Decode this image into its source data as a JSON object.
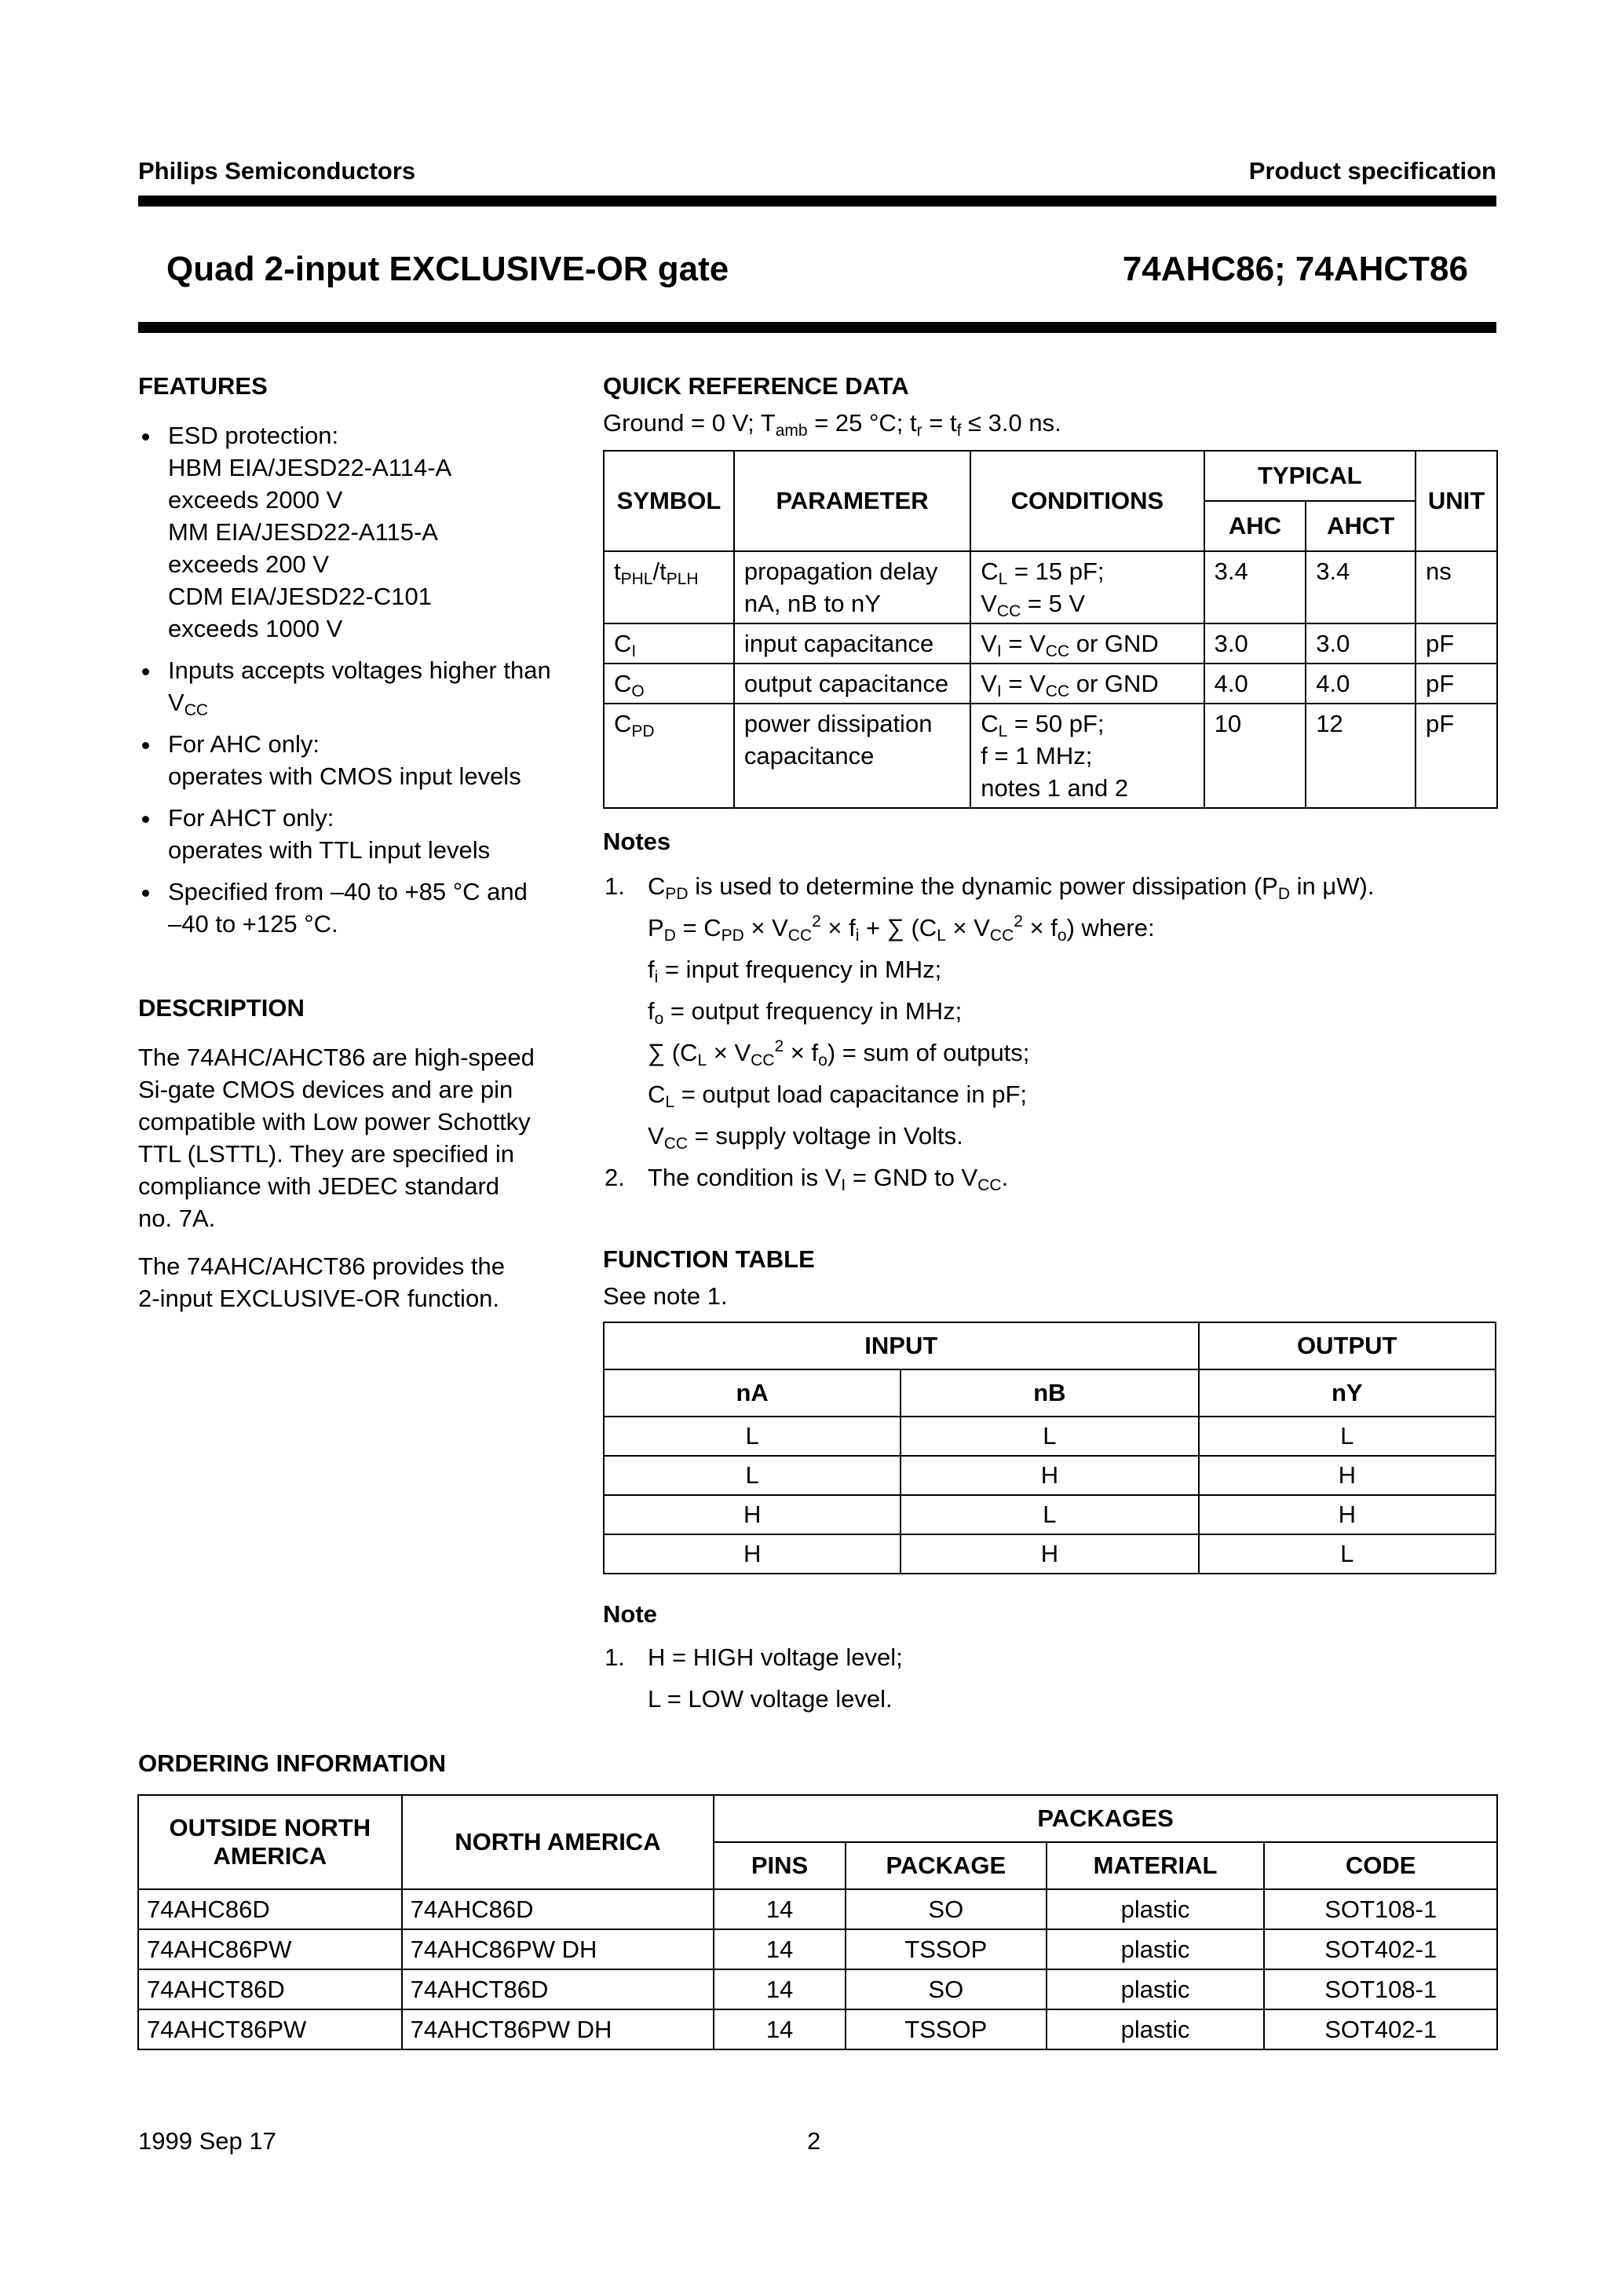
{
  "header": {
    "company": "Philips Semiconductors",
    "doc_type": "Product specification",
    "title": "Quad 2-input EXCLUSIVE-OR gate",
    "part_numbers": "74AHC86; 74AHCT86"
  },
  "features": {
    "heading": "FEATURES",
    "esd_lines": [
      "ESD protection:",
      "HBM EIA/JESD22-A114-A",
      "exceeds 2000 V",
      "MM EIA/JESD22-A115-A",
      "exceeds 200 V",
      "CDM EIA/JESD22-C101",
      "exceeds 1000 V"
    ],
    "inputs_pre": "Inputs accepts voltages higher than",
    "inputs_v": "V",
    "inputs_sub": "CC",
    "ahc_lines": [
      "For AHC only:",
      "operates with CMOS input levels"
    ],
    "ahct_lines": [
      "For AHCT only:",
      "operates with TTL input levels"
    ],
    "temp_lines": [
      "Specified from –40 to +85 °C and",
      "–40 to +125 °C."
    ]
  },
  "description": {
    "heading": "DESCRIPTION",
    "para1_lines": [
      "The 74AHC/AHCT86 are high-speed",
      "Si-gate CMOS devices and are pin",
      "compatible with Low power Schottky",
      "TTL (LSTTL). They are specified in",
      "compliance with JEDEC standard",
      "no. 7A."
    ],
    "para2_lines": [
      "The 74AHC/AHCT86 provides the",
      "2-input EXCLUSIVE-OR function."
    ]
  },
  "quick_ref": {
    "heading": "QUICK REFERENCE DATA",
    "cond": {
      "a": "Ground = 0 V; T",
      "a_sub": "amb",
      "b": " = 25 °C; t",
      "b_sub": "r",
      "c": " = t",
      "c_sub": "f",
      "d": " ≤ 3.0 ns."
    },
    "headers": {
      "symbol": "SYMBOL",
      "parameter": "PARAMETER",
      "conditions": "CONDITIONS",
      "typical": "TYPICAL",
      "ahc": "AHC",
      "ahct": "AHCT",
      "unit": "UNIT"
    },
    "rows": [
      {
        "sym_a": "t",
        "sym_a_sub": "PHL",
        "sym_b": "/t",
        "sym_b_sub": "PLH",
        "param1": "propagation delay",
        "param2": "nA, nB to nY",
        "cond1a": "C",
        "cond1sub": "L",
        "cond1b": " = 15 pF;",
        "cond2a": "V",
        "cond2sub": "CC",
        "cond2b": " = 5 V",
        "ahc": "3.4",
        "ahct": "3.4",
        "unit": "ns"
      },
      {
        "sym": "C",
        "sym_sub": "I",
        "param": "input capacitance",
        "c1": "V",
        "c1sub": "I",
        "c2": " = V",
        "c2sub": "CC",
        "c3": " or GND",
        "ahc": "3.0",
        "ahct": "3.0",
        "unit": "pF"
      },
      {
        "sym": "C",
        "sym_sub": "O",
        "param": "output capacitance",
        "c1": "V",
        "c1sub": "I",
        "c2": " = V",
        "c2sub": "CC",
        "c3": " or GND",
        "ahc": "4.0",
        "ahct": "4.0",
        "unit": "pF"
      },
      {
        "sym": "C",
        "sym_sub": "PD",
        "param1": "power dissipation",
        "param2": "capacitance",
        "cond1a": "C",
        "cond1sub": "L",
        "cond1b": " = 50 pF;",
        "cond2": "f = 1 MHz;",
        "cond3": "notes 1 and 2",
        "ahc": "10",
        "ahct": "12",
        "unit": "pF"
      }
    ]
  },
  "notes": {
    "heading": "Notes",
    "n1_num": "1.",
    "n1": {
      "a": "C",
      "a_sub": "PD",
      "b": " is used to determine the dynamic power dissipation (P",
      "b_sub": "D",
      "c": " in μW)."
    },
    "eq": {
      "a": "P",
      "a_sub": "D",
      "b": " = C",
      "b_sub": "PD",
      "c": " × V",
      "c_sub": "CC",
      "c_sup": "2",
      "d": " × f",
      "d_sub": "i",
      "e": " + ∑ (C",
      "e_sub": "L",
      "f": " × V",
      "f_sub": "CC",
      "f_sup": "2",
      "g": " × f",
      "g_sub": "o",
      "h": ") where:"
    },
    "fi": {
      "a": "f",
      "a_sub": "i",
      "b": " = input frequency in MHz;"
    },
    "fo": {
      "a": "f",
      "a_sub": "o",
      "b": " = output frequency in MHz;"
    },
    "sum": {
      "a": "∑ (C",
      "a_sub": "L",
      "b": " × V",
      "b_sub": "CC",
      "b_sup": "2",
      "c": " × f",
      "c_sub": "o",
      "d": ") = sum of outputs;"
    },
    "cl": {
      "a": "C",
      "a_sub": "L",
      "b": " = output load capacitance in pF;"
    },
    "vcc": {
      "a": "V",
      "a_sub": "CC",
      "b": " = supply voltage in Volts."
    },
    "n2_num": "2.",
    "n2": {
      "a": "The condition is V",
      "a_sub": "I",
      "b": " = GND to V",
      "b_sub": "CC",
      "c": "."
    }
  },
  "function_table": {
    "heading": "FUNCTION TABLE",
    "subtext": "See note 1.",
    "input_header": "INPUT",
    "output_header": "OUTPUT",
    "cols": [
      "nA",
      "nB",
      "nY"
    ],
    "rows": [
      [
        "L",
        "L",
        "L"
      ],
      [
        "L",
        "H",
        "H"
      ],
      [
        "H",
        "L",
        "H"
      ],
      [
        "H",
        "H",
        "L"
      ]
    ],
    "note_heading": "Note",
    "note_num": "1.",
    "note_lines": [
      "H = HIGH voltage level;",
      "L = LOW voltage level."
    ]
  },
  "ordering": {
    "heading": "ORDERING INFORMATION",
    "h_outside": "OUTSIDE NORTH AMERICA",
    "h_north": "NORTH AMERICA",
    "h_packages": "PACKAGES",
    "h_pins": "PINS",
    "h_package": "PACKAGE",
    "h_material": "MATERIAL",
    "h_code": "CODE",
    "rows": [
      [
        "74AHC86D",
        "74AHC86D",
        "14",
        "SO",
        "plastic",
        "SOT108-1"
      ],
      [
        "74AHC86PW",
        "74AHC86PW DH",
        "14",
        "TSSOP",
        "plastic",
        "SOT402-1"
      ],
      [
        "74AHCT86D",
        "74AHCT86D",
        "14",
        "SO",
        "plastic",
        "SOT108-1"
      ],
      [
        "74AHCT86PW",
        "74AHCT86PW DH",
        "14",
        "TSSOP",
        "plastic",
        "SOT402-1"
      ]
    ]
  },
  "footer": {
    "date": "1999 Sep 17",
    "page": "2"
  }
}
